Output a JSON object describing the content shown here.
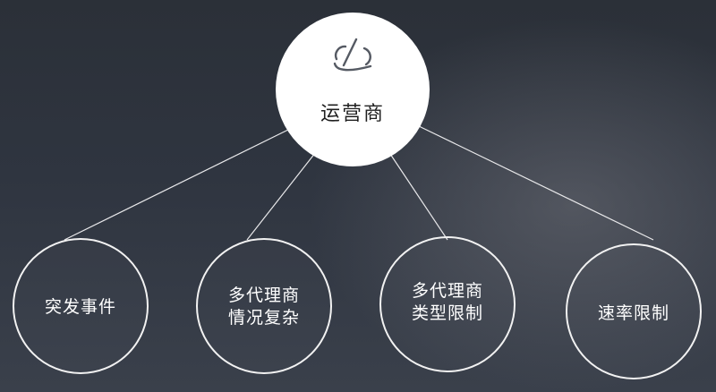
{
  "root": {
    "label": "运营商",
    "icon": "carrier-logo-icon"
  },
  "children": [
    {
      "id": "emergency",
      "lines": [
        "突发事件"
      ]
    },
    {
      "id": "multi-agent-complex",
      "lines": [
        "多代理商",
        "情况复杂"
      ]
    },
    {
      "id": "agent-type-limit",
      "lines": [
        "多代理商",
        "类型限制"
      ]
    },
    {
      "id": "rate-limit",
      "lines": [
        "速率限制"
      ]
    }
  ],
  "colors": {
    "background_dark": "#2b3038",
    "line": "#e8e8ea",
    "root_fill": "#ffffff",
    "root_text": "#1f1f1f",
    "child_text": "#ffffff",
    "logo": "#555a63"
  }
}
